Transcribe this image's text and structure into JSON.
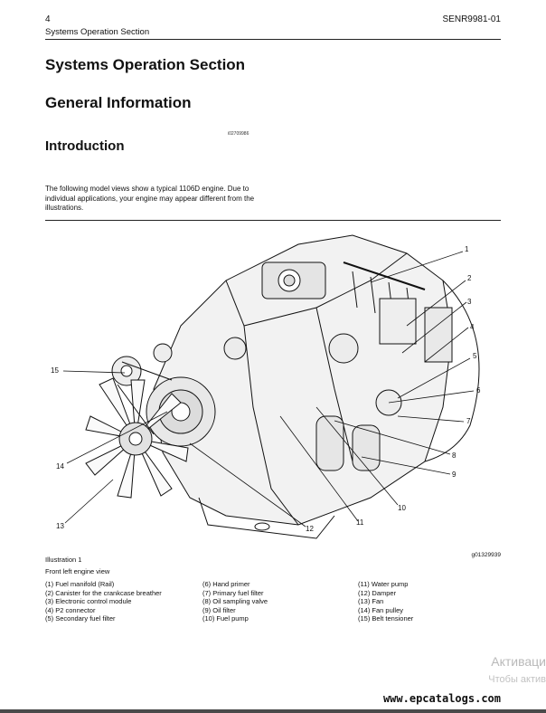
{
  "header": {
    "page_number": "4",
    "section": "Systems Operation Section",
    "doc_number": "SENR9981-01"
  },
  "title_section": "Systems Operation Section",
  "title_general": "General Information",
  "title_intro": "Introduction",
  "doc_id": "i02709986",
  "intro_text": "The following model views show a typical 1106D engine. Due to individual applications, your engine may appear different from the illustrations.",
  "figure": {
    "callouts": [
      "1",
      "2",
      "3",
      "4",
      "5",
      "6",
      "7",
      "8",
      "9",
      "10",
      "11",
      "12",
      "13",
      "14",
      "15"
    ],
    "image_id": "g01329939"
  },
  "illustration": {
    "title": "Illustration 1",
    "subtitle": "Front left engine view"
  },
  "legend": {
    "col1": [
      "(1) Fuel manifold (Rail)",
      "(2) Canister for the crankcase breather",
      "(3) Electronic control module",
      "(4) P2 connector",
      "(5) Secondary fuel filter"
    ],
    "col2": [
      "(6) Hand primer",
      "(7) Primary fuel filter",
      "(8) Oil sampling valve",
      "(9) Oil filter",
      "(10) Fuel pump"
    ],
    "col3": [
      "(11) Water pump",
      "(12) Damper",
      "(13) Fan",
      "(14) Fan pulley",
      "(15) Belt tensioner"
    ]
  },
  "watermark": {
    "line1": "Активаци",
    "line2": "Чтобы актив"
  },
  "site": "www.epcatalogs.com"
}
